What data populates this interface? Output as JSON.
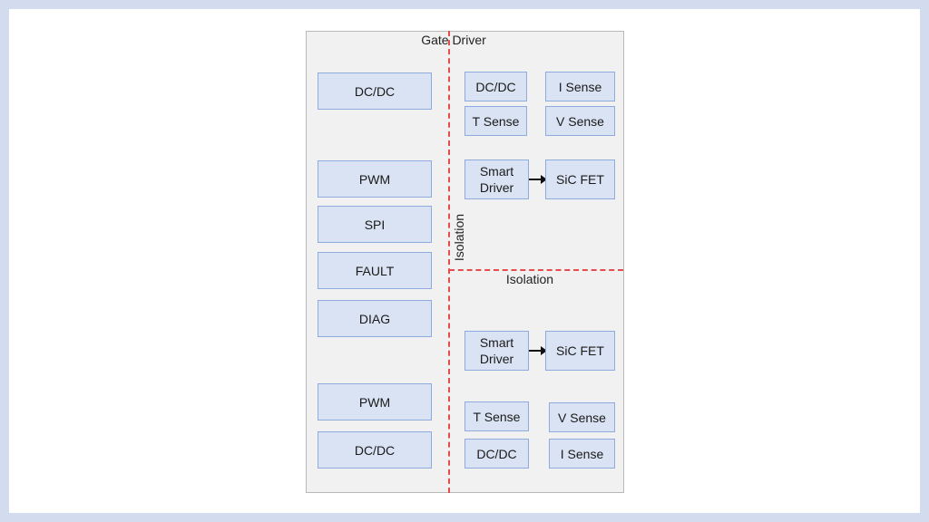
{
  "diagram": {
    "title": "Gate Driver",
    "isolation_vertical_label": "Isolation",
    "isolation_horizontal_label": "Isolation",
    "left_column": {
      "dcdc_top": "DC/DC",
      "pwm_top": "PWM",
      "spi": "SPI",
      "fault": "FAULT",
      "diag": "DIAG",
      "pwm_bottom": "PWM",
      "dcdc_bottom": "DC/DC"
    },
    "upper_right": {
      "dcdc": "DC/DC",
      "i_sense": "I Sense",
      "t_sense": "T Sense",
      "v_sense": "V Sense",
      "smart_driver": "Smart\nDriver",
      "sic_fet": "SiC FET"
    },
    "lower_right": {
      "smart_driver": "Smart\nDriver",
      "sic_fet": "SiC FET",
      "t_sense": "T Sense",
      "v_sense": "V Sense",
      "dcdc": "DC/DC",
      "i_sense": "I Sense"
    },
    "colors": {
      "box_fill": "#dae3f3",
      "box_border": "#8faadc",
      "isolation_line": "#e74c4c",
      "panel_fill": "#f1f1f1",
      "page_background": "#d3dbef"
    }
  }
}
